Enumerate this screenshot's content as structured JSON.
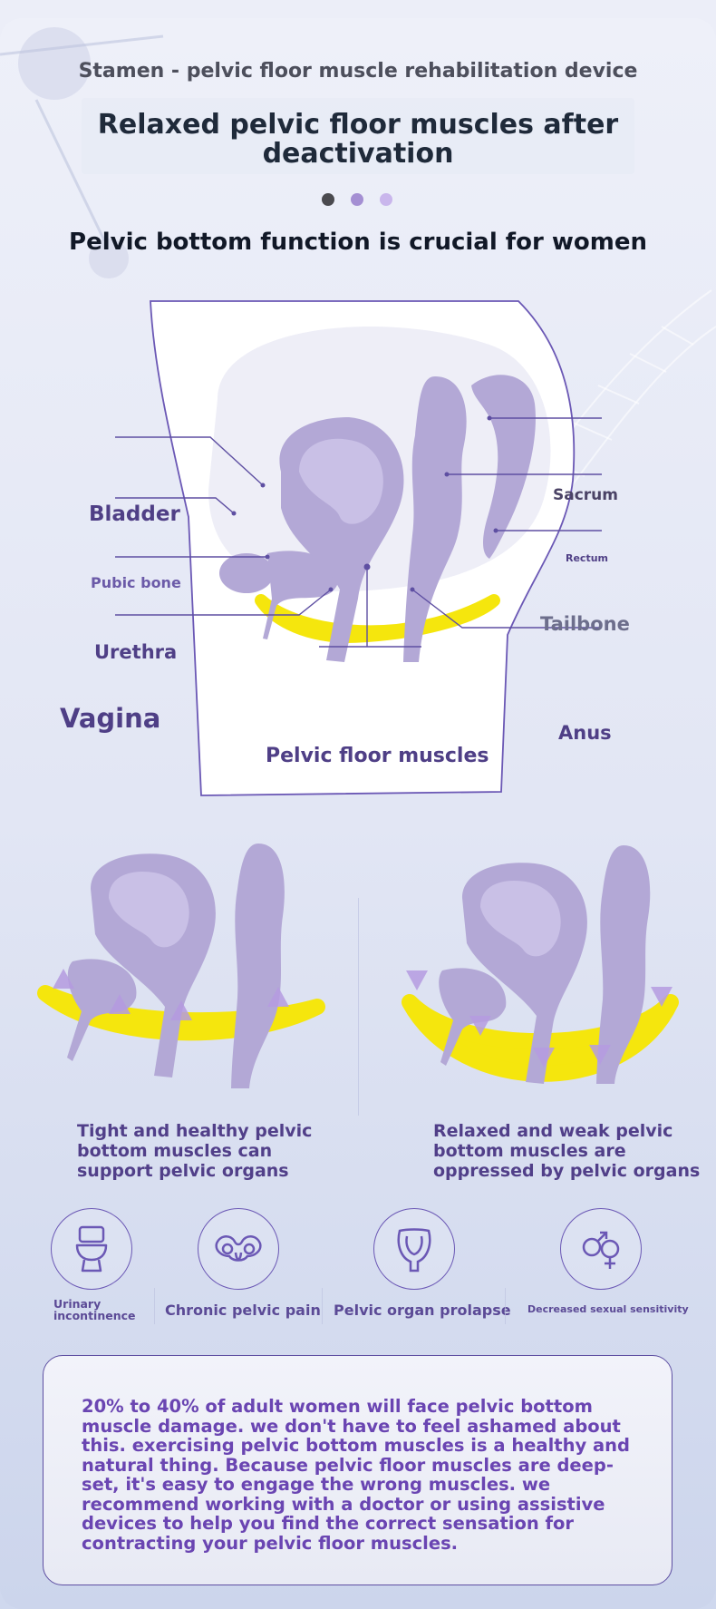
{
  "header": {
    "brand": "Stamen - pelvic floor muscle rehabilitation device",
    "title": "Relaxed pelvic floor muscles after deactivation",
    "subtitle": "Pelvic bottom function is crucial for women"
  },
  "carousel": {
    "dots": 3,
    "active_index": 0,
    "colors": [
      "#4a4a4f",
      "#a48fd3",
      "#c9b6ec"
    ]
  },
  "anatomy": {
    "labels": {
      "bladder": "Bladder",
      "pubic_bone": "Pubic bone",
      "urethra": "Urethra",
      "vagina": "Vagina",
      "sacrum": "Sacrum",
      "rectum": "Rectum",
      "tailbone": "Tailbone",
      "anus": "Anus",
      "pelvic_floor": "Pelvic floor muscles"
    }
  },
  "comparison": {
    "healthy": "Tight and healthy pelvic bottom muscles can support pelvic organs",
    "weak": "Relaxed and weak pelvic bottom muscles are oppressed by pelvic organs"
  },
  "issues": [
    {
      "label": "Urinary incontinence",
      "icon": "toilet-icon"
    },
    {
      "label": "Chronic pelvic pain",
      "icon": "pelvis-icon"
    },
    {
      "label": "Pelvic organ prolapse",
      "icon": "uterus-icon"
    },
    {
      "label": "Decreased sexual sensitivity",
      "icon": "gender-symbols-icon"
    }
  ],
  "note": "20% to 40% of adult women will face pelvic bottom muscle damage. we don't have to feel ashamed about this. exercising pelvic bottom muscles is a healthy and natural thing. Because pelvic floor muscles are deep-set, it's easy to engage the wrong muscles. we recommend working with a doctor or using assistive devices to help you find the correct sensation for contracting your pelvic floor muscles.",
  "colors": {
    "organ": "#b3a8d6",
    "organ_light": "#c6bde4",
    "muscle": "#f5e60d",
    "accent": "#5e4fa2"
  }
}
